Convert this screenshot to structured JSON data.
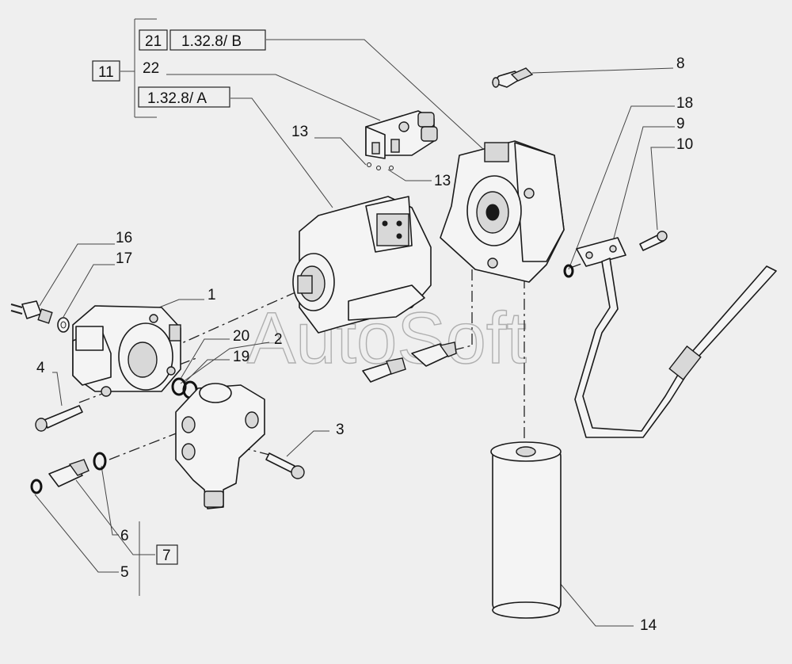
{
  "watermark": "AutoSoft",
  "callouts": {
    "c1": "1",
    "c2": "2",
    "c3": "3",
    "c4": "4",
    "c5": "5",
    "c6": "6",
    "c8": "8",
    "c9": "9",
    "c10": "10",
    "c13a": "13",
    "c13b": "13",
    "c14": "14",
    "c16": "16",
    "c17": "17",
    "c18": "18",
    "c19": "19",
    "c20": "20",
    "c22": "22"
  },
  "boxed": {
    "b11": "11",
    "b21": "21",
    "ref_b": "1.32.8/ B",
    "ref_a": "1.32.8/ A",
    "b7": "7"
  }
}
